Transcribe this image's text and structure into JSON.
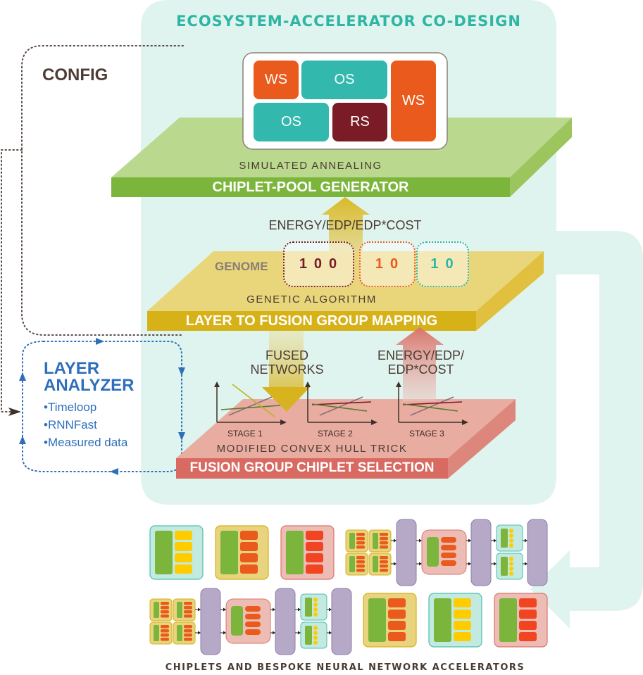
{
  "title": "ECOSYSTEM-ACCELERATOR CO-DESIGN",
  "config_label": "CONFIG",
  "layer_analyzer": {
    "title_line1": "LAYER",
    "title_line2": "ANALYZER",
    "items": [
      "Timeloop",
      "RNNFast",
      "Measured data"
    ]
  },
  "chiplet_pool": {
    "method": "SIMULATED ANNEALING",
    "name": "CHIPLET-POOL GENERATOR",
    "dataflow_blocks": [
      {
        "label": "WS",
        "color": "#ea5a1c"
      },
      {
        "label": "OS",
        "color": "#32b8ad"
      },
      {
        "label": "WS",
        "color": "#ea5a1c"
      },
      {
        "label": "OS",
        "color": "#32b8ad"
      },
      {
        "label": "RS",
        "color": "#7a1b25"
      }
    ]
  },
  "metric_up_top": "ENERGY/EDP/EDP*COST",
  "mapping": {
    "genome_label": "GENOME",
    "genome_groups": [
      {
        "bits": "100",
        "color": "#7a1b25"
      },
      {
        "bits": "10",
        "color": "#ea5a1c"
      },
      {
        "bits": "10",
        "color": "#2fb5a3"
      }
    ],
    "method": "GENETIC ALGORITHM",
    "name": "LAYER TO FUSION GROUP MAPPING"
  },
  "fused_networks_line1": "FUSED",
  "fused_networks_line2": "NETWORKS",
  "metric_up_bottom_line1": "ENERGY/EDP/",
  "metric_up_bottom_line2": "EDP*COST",
  "selection": {
    "stages": [
      "STAGE 1",
      "STAGE 2",
      "STAGE 3"
    ],
    "method": "MODIFIED CONVEX HULL TRICK",
    "name": "FUSION GROUP CHIPLET SELECTION"
  },
  "caption": "CHIPLETS AND BESPOKE NEURAL NETWORK ACCELERATORS",
  "colors": {
    "panel": "#dff4ee",
    "green_top": "#bbd88f",
    "green_front": "#7cb53b",
    "yellow_top": "#e9d67a",
    "yellow_front": "#d6b118",
    "pink_top": "#e9aca0",
    "pink_front": "#d86a62",
    "teal_text": "#2fb5a3",
    "blue_text": "#2e6fbc",
    "chip_purple": "#b6a8c7"
  }
}
